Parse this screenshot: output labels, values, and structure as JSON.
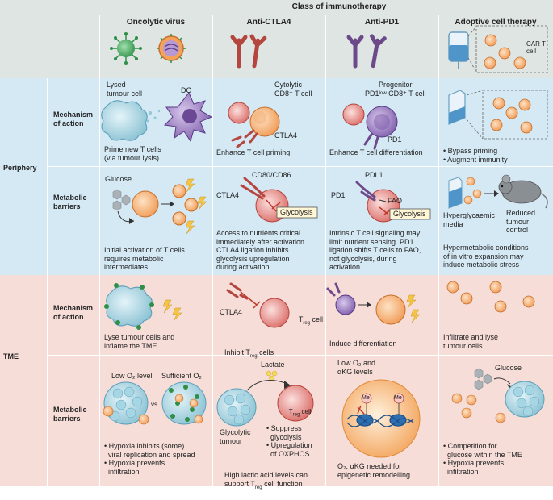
{
  "title": "Class of immunotherapy",
  "columns": [
    "Oncolytic virus",
    "Anti-CTLA4",
    "Anti-PD1",
    "Adoptive cell therapy"
  ],
  "sections": {
    "periphery": "Periphery",
    "tme": "TME"
  },
  "row_labels": {
    "mechanism": "Mechanism\nof action",
    "metabolic": "Metabolic\nbarriers"
  },
  "header_labels": {
    "car_t": "CAR T\ncell"
  },
  "periphery": {
    "mechanism": {
      "oncolytic": {
        "lysed": "Lysed\ntumour cell",
        "dc": "DC",
        "caption": "Prime new T cells\n(via tumour lysis)"
      },
      "ctla4": {
        "cytolytic": "Cytolytic\nCD8⁺ T cell",
        "ctla4": "CTLA4",
        "caption": "Enhance T cell priming"
      },
      "pd1": {
        "progenitor": "Progenitor\nPD1ˡᵒʷ CD8⁺ T cell",
        "pd1": "PD1",
        "caption": "Enhance T cell differentiation"
      },
      "act": {
        "caption": "• Bypass priming\n• Augment immunity"
      }
    },
    "metabolic": {
      "oncolytic": {
        "glucose": "Glucose",
        "caption": "Initial activation of T cells\nrequires metabolic\nintermediates"
      },
      "ctla4": {
        "cd80": "CD80/CD86",
        "ctla4": "CTLA4",
        "glycolysis": "Glycolysis",
        "caption": "Access to nutrients critical\nimmediately after activation.\nCTLA4 ligation inhibits\nglycolysis upregulation\nduring activation"
      },
      "pd1": {
        "pdl1": "PDL1",
        "pd1": "PD1",
        "fao": "FAO",
        "glycolysis": "Glycolysis",
        "caption": "Intrinsic T cell signaling may\nlimit nutrient sensing. PD1\nligation shifts T cells to FAO,\nnot glycolysis, during\nactivation"
      },
      "act": {
        "media": "Hyperglycaemic\nmedia",
        "reduced": "Reduced\ntumour\ncontrol",
        "caption": "Hypermetabolic conditions\nof in vitro expansion may\ninduce metabolic stress"
      }
    }
  },
  "tme": {
    "mechanism": {
      "oncolytic": {
        "caption": "Lyse tumour cells and\ninflame the TME"
      },
      "ctla4": {
        "ctla4": "CTLA4",
        "treg": "T",
        "treg_sub": "reg",
        "treg_cell": "cell",
        "caption": "Inhibit T",
        "caption_sub": "reg",
        "caption_end": "cells"
      },
      "pd1": {
        "caption": "Induce differentiation"
      },
      "act": {
        "caption": "Infiltrate and lyse\ntumour cells"
      }
    },
    "metabolic": {
      "oncolytic": {
        "low_o2": "Low O₂ level",
        "sufficient_o2": "Sufficient O₂",
        "vs": "vs",
        "caption": "• Hypoxia inhibits (some)\n  viral replication and spread\n• Hypoxia prevents\n  infiltration"
      },
      "ctla4": {
        "lactate": "Lactate",
        "glycolytic": "Glycolytic\ntumour",
        "treg_cell": "T",
        "treg_sub": "reg",
        "treg_cell_end": "cell",
        "bullets": "• Suppress\n  glycolysis\n• Upregulation\n  of OXPHOS",
        "caption1": "High lactic acid levels can",
        "caption2a": "support T",
        "caption2sub": "reg",
        "caption2b": "cell function"
      },
      "pd1": {
        "low": "Low O₂ and\nαKG levels",
        "me": "Me",
        "caption": "O₂, αKG needed for\nepigenetic remodelling"
      },
      "act": {
        "glucose": "Glucose",
        "caption": "• Competition for\n  glucose within the TME\n• Hypoxia prevents\n  infiltration"
      }
    }
  },
  "colors": {
    "header_bg": "#dfe5e3",
    "periphery_bg": "#d5e9f5",
    "tme_bg": "#f6ddd8",
    "virus_green": "#3aa255",
    "tcell_orange": "#f4a25a",
    "treg_red": "#e07470",
    "dc_purple": "#8a68b3",
    "antibody_red": "#b5453f",
    "antibody_purple": "#6c4a8a",
    "tumour_blue": "#8fc7d6",
    "lightning_yellow": "#f4c542"
  }
}
